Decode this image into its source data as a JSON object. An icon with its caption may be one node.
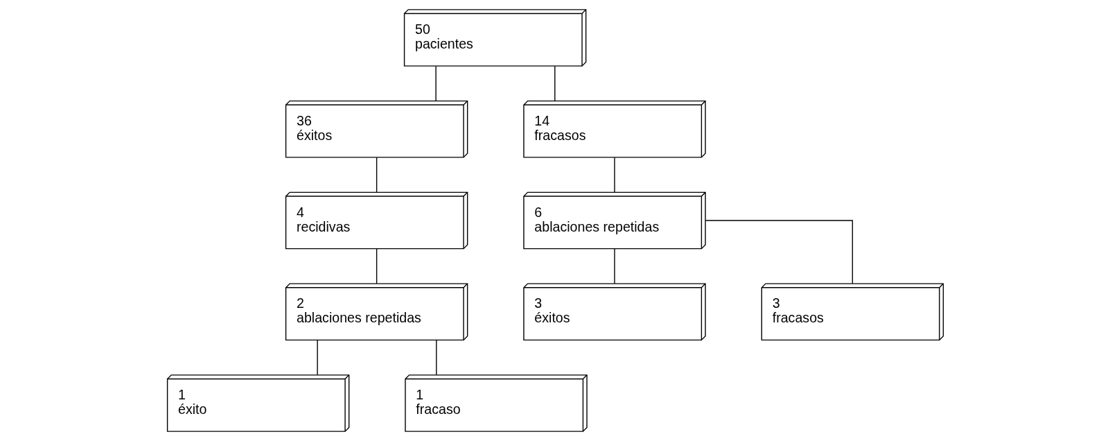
{
  "diagram": {
    "nodes": [
      {
        "text": [
          "50",
          "pacientes"
        ]
      },
      {
        "text": [
          "36",
          "éxitos"
        ]
      },
      {
        "text": [
          "14",
          "fracasos"
        ]
      },
      {
        "text": [
          "4",
          "recidivas"
        ]
      },
      {
        "text": [
          "2",
          "ablaciones repetidas"
        ]
      },
      {
        "text": [
          "1",
          "éxito"
        ]
      },
      {
        "text": [
          "1",
          "fracaso"
        ]
      },
      {
        "text": [
          "6",
          "ablaciones repetidas"
        ]
      },
      {
        "text": [
          "3",
          "éxitos"
        ]
      },
      {
        "text": [
          "3",
          "fracasos"
        ]
      }
    ],
    "edges": [
      {
        "from": 0,
        "to": 1,
        "arrow": "none"
      },
      {
        "from": 0,
        "to": 2,
        "arrow": "none"
      },
      {
        "from": 1,
        "to": 3,
        "arrow": "none"
      },
      {
        "from": 3,
        "to": 4,
        "arrow": "none"
      },
      {
        "from": 4,
        "to": 5,
        "arrow": "none"
      },
      {
        "from": 4,
        "to": 6,
        "arrow": "none"
      },
      {
        "from": 2,
        "to": 7,
        "arrow": "none"
      },
      {
        "from": 7,
        "to": 8,
        "arrow": "none"
      },
      {
        "from": 7,
        "to": 9,
        "arrow": "none"
      }
    ]
  }
}
